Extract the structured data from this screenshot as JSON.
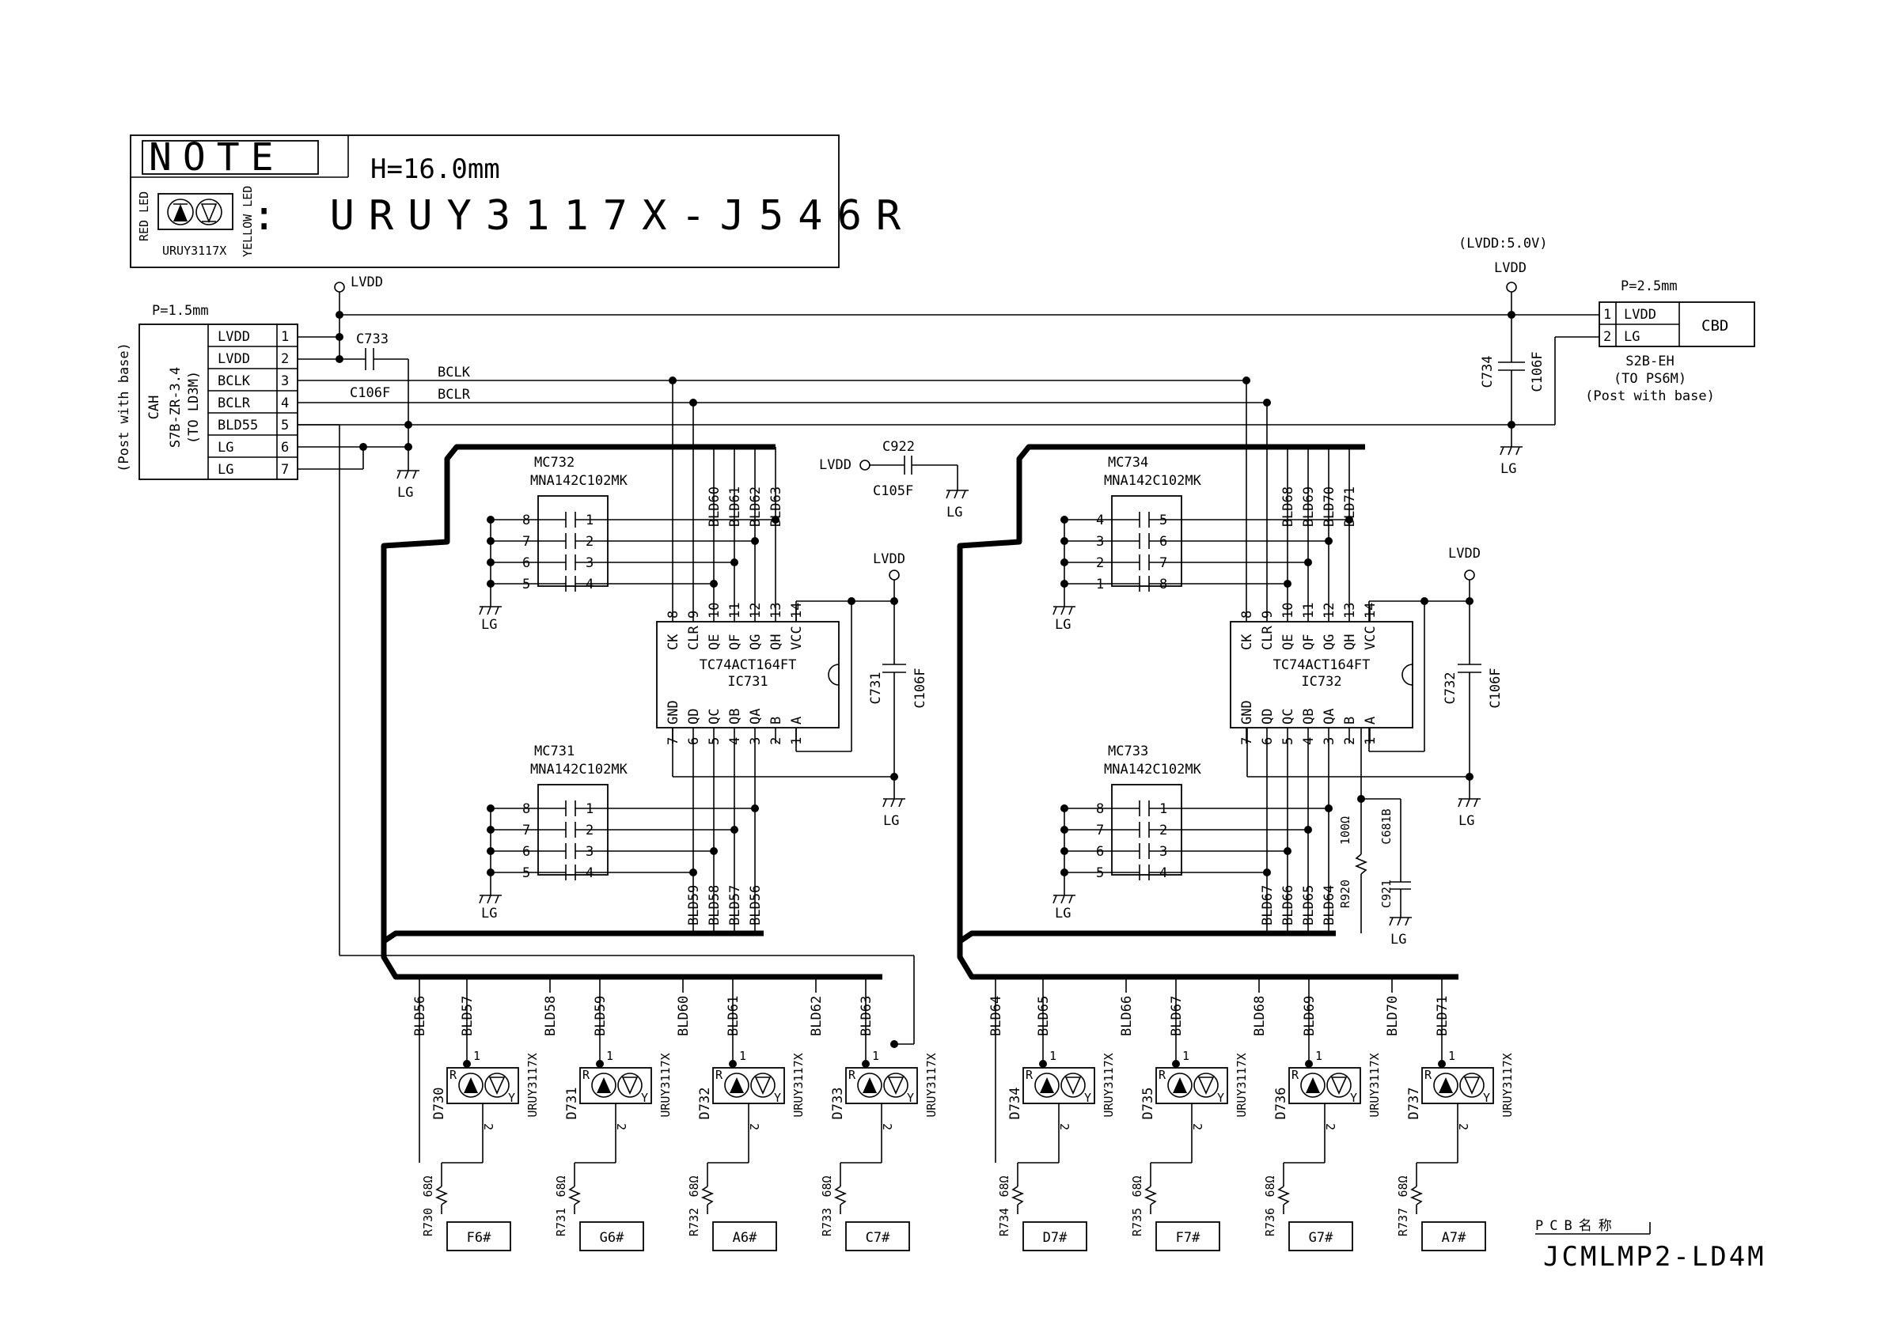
{
  "note": {
    "heading": "NOTE",
    "height": "H=16.0mm",
    "led_part": ": URUY3117X-J546R",
    "red_led": "RED LED",
    "yellow_led": "YELLOW LED",
    "led_name": "URUY3117X"
  },
  "connectors": {
    "left": {
      "pitch": "P=1.5mm",
      "name": "CAH",
      "part": "S7B-ZR-3.4",
      "target": "(TO LD3M)",
      "post": "(Post with base)",
      "pins": [
        {
          "num": "1",
          "label": "LVDD"
        },
        {
          "num": "2",
          "label": "LVDD"
        },
        {
          "num": "3",
          "label": "BCLK"
        },
        {
          "num": "4",
          "label": "BCLR"
        },
        {
          "num": "5",
          "label": "BLD55"
        },
        {
          "num": "6",
          "label": "LG"
        },
        {
          "num": "7",
          "label": "LG"
        }
      ]
    },
    "right": {
      "pitch": "P=2.5mm",
      "name": "CBD",
      "part": "S2B-EH",
      "target": "(TO PS6M)",
      "post": "(Post with base)",
      "pins": [
        {
          "num": "1",
          "label": "LVDD"
        },
        {
          "num": "2",
          "label": "LG"
        }
      ]
    }
  },
  "power": {
    "lvdd": "LVDD",
    "lvdd_spec": "(LVDD:5.0V)",
    "lg": "LG"
  },
  "nets": {
    "bclk": "BCLK",
    "bclr": "BCLR"
  },
  "capacitors": {
    "c733": "C733",
    "c733_val": "C106F",
    "c734": "C734",
    "c734_val": "C106F",
    "c922": "C922",
    "c922_val": "C105F",
    "c731": "C731",
    "c731_val": "C106F",
    "c732": "C732",
    "c732_val": "C106F",
    "c921": "C921",
    "c921_val": "C681B"
  },
  "r920": {
    "name": "R920",
    "value": "100Ω"
  },
  "ics": [
    {
      "name": "IC731",
      "part": "TC74ACT164FT",
      "top_pins": [
        "8",
        "9",
        "10",
        "11",
        "12",
        "13",
        "14"
      ],
      "top_labels": [
        "CK",
        "CLR",
        "QE",
        "QF",
        "QG",
        "QH",
        "VCC"
      ],
      "bottom_pins": [
        "7",
        "6",
        "5",
        "4",
        "3",
        "2",
        "1"
      ],
      "bottom_labels": [
        "GND",
        "QD",
        "QC",
        "QB",
        "QA",
        "B",
        "A"
      ],
      "top_nets": [
        "BLD60",
        "BLD61",
        "BLD62",
        "BLD63"
      ],
      "bottom_nets": [
        "BLD59",
        "BLD58",
        "BLD57",
        "BLD56"
      ]
    },
    {
      "name": "IC732",
      "part": "TC74ACT164FT",
      "top_pins": [
        "8",
        "9",
        "10",
        "11",
        "12",
        "13",
        "14"
      ],
      "top_labels": [
        "CK",
        "CLR",
        "QE",
        "QF",
        "QG",
        "QH",
        "VCC"
      ],
      "bottom_pins": [
        "7",
        "6",
        "5",
        "4",
        "3",
        "2",
        "1"
      ],
      "bottom_labels": [
        "GND",
        "QD",
        "QC",
        "QB",
        "QA",
        "B",
        "A"
      ],
      "top_nets": [
        "BLD68",
        "BLD69",
        "BLD70",
        "BLD71"
      ],
      "bottom_nets": [
        "BLD67",
        "BLD66",
        "BLD65",
        "BLD64"
      ]
    }
  ],
  "arrays": [
    {
      "name": "MC732",
      "part": "MNA142C102MK",
      "left": [
        "8",
        "7",
        "6",
        "5"
      ],
      "right": [
        "1",
        "2",
        "3",
        "4"
      ]
    },
    {
      "name": "MC731",
      "part": "MNA142C102MK",
      "left": [
        "8",
        "7",
        "6",
        "5"
      ],
      "right": [
        "1",
        "2",
        "3",
        "4"
      ]
    },
    {
      "name": "MC734",
      "part": "MNA142C102MK",
      "left": [
        "4",
        "3",
        "2",
        "1"
      ],
      "right": [
        "5",
        "6",
        "7",
        "8"
      ]
    },
    {
      "name": "MC733",
      "part": "MNA142C102MK",
      "left": [
        "8",
        "7",
        "6",
        "5"
      ],
      "right": [
        "1",
        "2",
        "3",
        "4"
      ]
    }
  ],
  "led_units": [
    {
      "diode": "D730",
      "resistor": "R730",
      "net_a": "BLD56",
      "net_b": "BLD57",
      "net_c": "BLD58",
      "note": "F6#"
    },
    {
      "diode": "D731",
      "resistor": "R731",
      "net_a": "",
      "net_b": "BLD59",
      "net_c": "BLD60",
      "note": "G6#"
    },
    {
      "diode": "D732",
      "resistor": "R732",
      "net_a": "",
      "net_b": "BLD61",
      "net_c": "BLD62",
      "note": "A6#"
    },
    {
      "diode": "D733",
      "resistor": "R733",
      "net_a": "",
      "net_b": "BLD63",
      "net_c": "",
      "note": "C7#"
    },
    {
      "diode": "D734",
      "resistor": "R734",
      "net_a": "BLD64",
      "net_b": "BLD65",
      "net_c": "BLD66",
      "note": "D7#"
    },
    {
      "diode": "D735",
      "resistor": "R735",
      "net_a": "",
      "net_b": "BLD67",
      "net_c": "BLD68",
      "note": "F7#"
    },
    {
      "diode": "D736",
      "resistor": "R736",
      "net_a": "",
      "net_b": "BLD69",
      "net_c": "BLD70",
      "note": "G7#"
    },
    {
      "diode": "D737",
      "resistor": "R737",
      "net_a": "",
      "net_b": "BLD71",
      "net_c": "",
      "note": "A7#"
    }
  ],
  "led_common": {
    "part": "URUY3117X",
    "pin1": "1",
    "pin2": "2",
    "r": "R",
    "y": "Y",
    "res_value": "68Ω"
  },
  "pcb": {
    "label": "PCB名称",
    "name": "JCMLMP2-LD4M"
  }
}
